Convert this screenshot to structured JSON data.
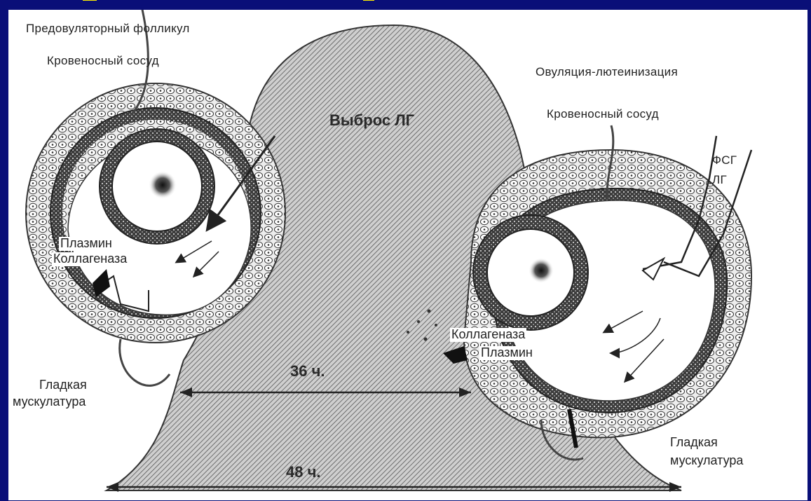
{
  "colors": {
    "background": "#0a0f78",
    "title": "#ffee00",
    "figure": "#ffffff",
    "ink": "#222222",
    "hatch": "#5a5a5a"
  },
  "labels": {
    "preovulatory_follicle": "Предовуляторный фолликул",
    "blood_vessel_left": "Кровеносный сосуд",
    "ovulation_luteinization": "Овуляция-лютеинизация",
    "blood_vessel_right": "Кровеносный сосуд",
    "lh_surge": "Выброс ЛГ",
    "fsh": "ФСГ",
    "lh": "ЛГ",
    "plasmin_left": "Плазмин",
    "collagenase_left": "Коллагеназа",
    "collagenase_right": "Коллагеназа",
    "plasmin_right": "Плазмин",
    "smooth_muscle_left_1": "Гладкая",
    "smooth_muscle_left_2": "мускулатура",
    "smooth_muscle_right_1": "Гладкая",
    "smooth_muscle_right_2": "мускулатура",
    "time_36": "36 ч.",
    "time_48": "48 ч."
  }
}
